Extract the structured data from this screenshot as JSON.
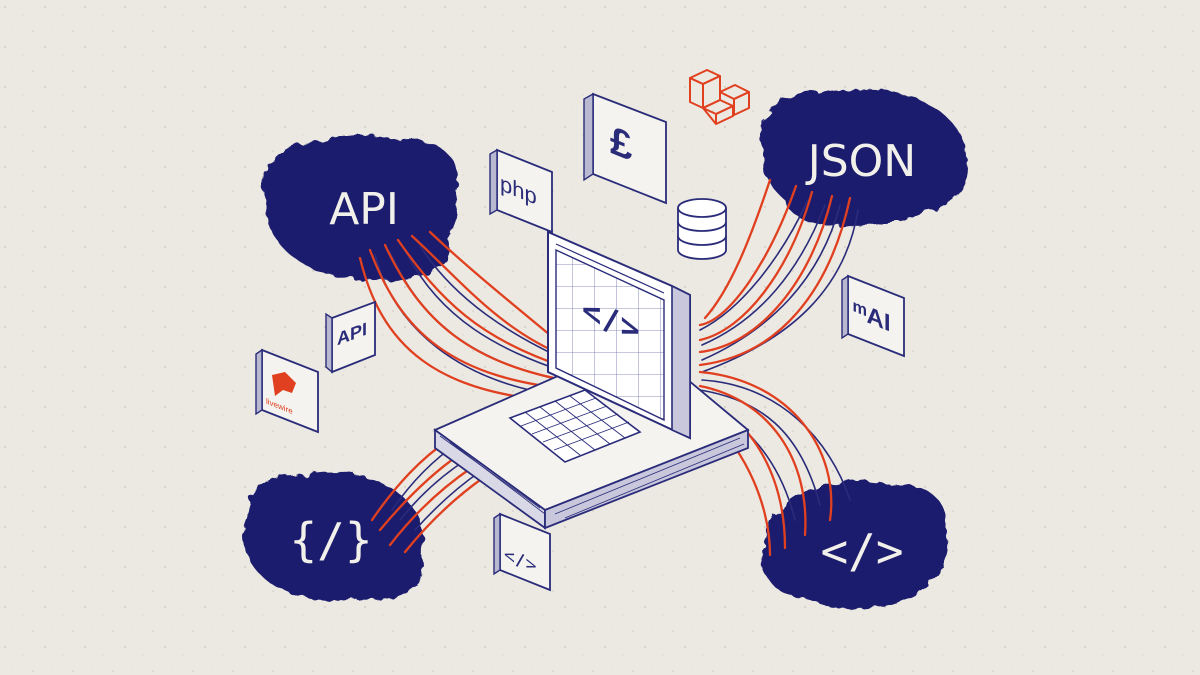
{
  "colors": {
    "background": "#ece9e2",
    "ink_navy": "#1e1f6e",
    "ink_line": "#2a2c7a",
    "accent_red": "#e0401f",
    "card_face": "#f4f3ef"
  },
  "clouds": {
    "api": "API",
    "json": "JSON",
    "braces": "{/}",
    "code": "</>"
  },
  "cards": {
    "php": "php",
    "pound": "£",
    "api_small": "API",
    "mai": "ᵐAI",
    "code_small": "</>",
    "livewire": "livewire"
  },
  "screen": {
    "code": "</>"
  },
  "icons": {
    "database": "database-icon",
    "laravel": "laravel-logo-icon",
    "livewire": "livewire-logo-icon"
  }
}
